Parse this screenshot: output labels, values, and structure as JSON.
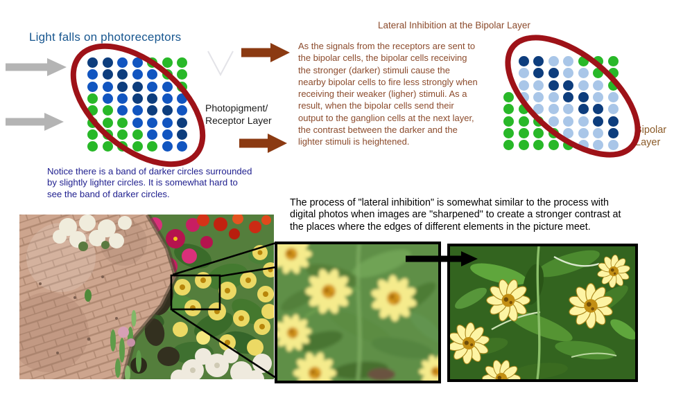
{
  "colors": {
    "title_blue": "#17568f",
    "text_navy": "#20208f",
    "text_brown": "#8b4a2b",
    "label_brown": "#8a5a28",
    "arrow_gray": "#b4b4b4",
    "arrow_brown": "#8b3a12",
    "arrow_black": "#000000",
    "loop_maroon": "#9e1218",
    "dot_green": "#28b828",
    "dot_blue": "#1155c0",
    "dot_navy": "#0d3d7d",
    "dot_lightblue": "#a9c6e8"
  },
  "receptor_section": {
    "title": "Light falls on photoreceptors",
    "layer_label_line1": "Photopigment/",
    "layer_label_line2": "Receptor Layer",
    "grid_rows": [
      "NNBBGGG",
      "BNNBBGG",
      "BBNNBBG",
      "GBBNNBB",
      "GGBBNNB",
      "GGGBBBN",
      "GGGGBBN",
      "GGGGGBB"
    ],
    "note_lines": [
      "Notice there is a band of darker circles surrounded",
      "by slightly lighter circles. It is somewhat hard to",
      "see the band of darker circles."
    ]
  },
  "bipolar_section": {
    "title": "Lateral Inhibition at the Bipolar Layer",
    "paragraph_lines": [
      "As the signals from the receptors are sent to",
      "the bipolar cells, the bipolar cells receiving",
      "the stronger (darker) stimuli cause the",
      "nearby bipolar cells to fire less strongly when",
      "receiving their weaker (ligher) stimuli. As a",
      "result, when the bipolar cells send their",
      "output to the ganglion cells at the next layer,",
      "the contrast between the darker and the",
      "lighter stimuli is heightened."
    ],
    "grid_rows": [
      ".NNLLGGG",
      ".LNNLLGG",
      ".LLNNLLG",
      "GLLLNNLL",
      "GGLLLNNL",
      "GGGLLLNN",
      "GGGGLLLN",
      "GGGGGLLL"
    ],
    "layer_label_line1": "Bipolar",
    "layer_label_line2": "Layer"
  },
  "sharpening_section": {
    "paragraph_lines": [
      "The process of \"lateral inhibition\" is somewhat similar to the process with",
      "digital photos when images are \"sharpened\" to create a stronger contrast at",
      "the places where the edges of different elements in the picture meet."
    ]
  }
}
